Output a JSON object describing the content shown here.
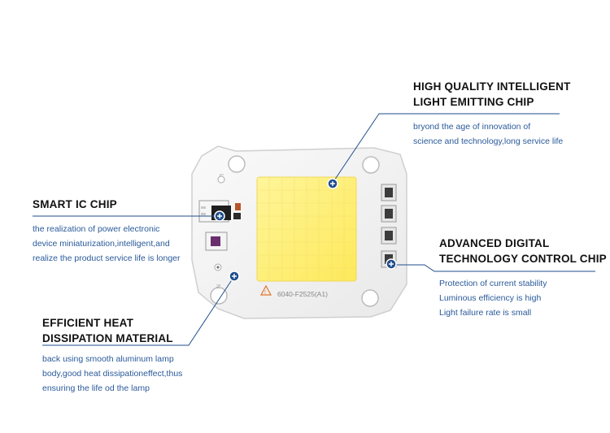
{
  "features": {
    "chip": {
      "title_line1": "HIGH QUALITY INTELLIGENT",
      "title_line2": "LIGHT EMITTING CHIP",
      "desc_line1": "bryond the age of innovation of",
      "desc_line2": "science and technology,long service life"
    },
    "ic": {
      "title": "SMART IC CHIP",
      "desc_line1": "the realization of power electronic",
      "desc_line2": "device miniaturization,intelligent,and",
      "desc_line3": "realize the product service life is longer"
    },
    "control": {
      "title_line1": "ADVANCED DIGITAL",
      "title_line2": "TECHNOLOGY CONTROL CHIP",
      "desc_line1": "Protection of current stability",
      "desc_line2": "Luminous efficiency is high",
      "desc_line3": "Light failure rate is small"
    },
    "heat": {
      "title_line1": "EFFICIENT HEAT",
      "title_line2": "DISSIPATION MATERIAL",
      "desc_line1": "back using smooth aluminum lamp",
      "desc_line2": "body,good heat dissipationeffect,thus",
      "desc_line3": "ensuring the life od the lamp"
    }
  },
  "board": {
    "model_label": "6040-F2525(A1)",
    "pin_label_top": "L",
    "pin_label_bottom": "N"
  },
  "colors": {
    "accent": "#1f4e8c",
    "led": "#fff27a",
    "board": "#f4f4f4",
    "desc_text": "#2a5a9a"
  }
}
